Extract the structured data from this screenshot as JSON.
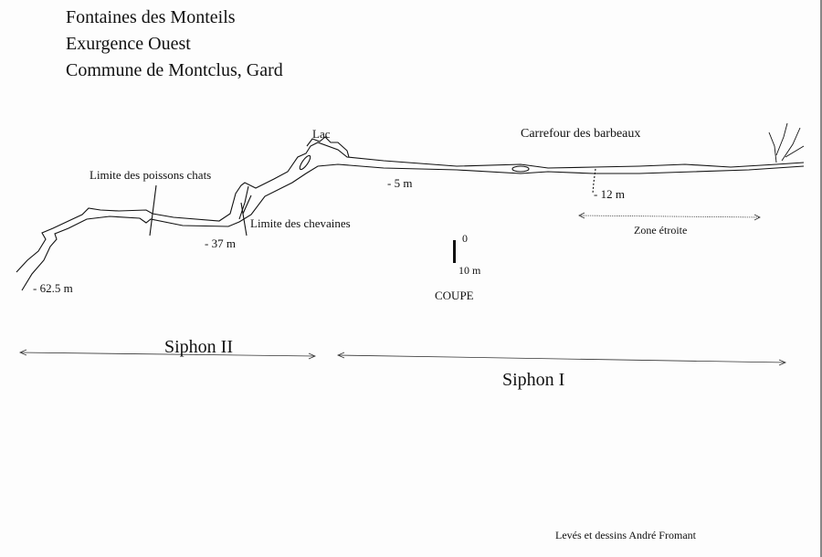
{
  "title_lines": [
    "Fontaines des Monteils",
    "Exurgence Ouest",
    "Commune de Montclus, Gard"
  ],
  "labels": {
    "lac": "Lac",
    "carrefour": "Carrefour des barbeaux",
    "poissons_chats": "Limite des poissons chats",
    "chevaines": "Limite des chevaines",
    "zone_etroite": "Zone étroite",
    "coupe": "COUPE"
  },
  "depths": {
    "d5": "- 5 m",
    "d12": "- 12 m",
    "d37": "- 37 m",
    "d62": "- 62.5 m"
  },
  "scale": {
    "top": "0",
    "bottom": "10 m"
  },
  "siphons": {
    "s2": "Siphon II",
    "s1": "Siphon I"
  },
  "credit": "Levés et dessins André Fromant"
}
